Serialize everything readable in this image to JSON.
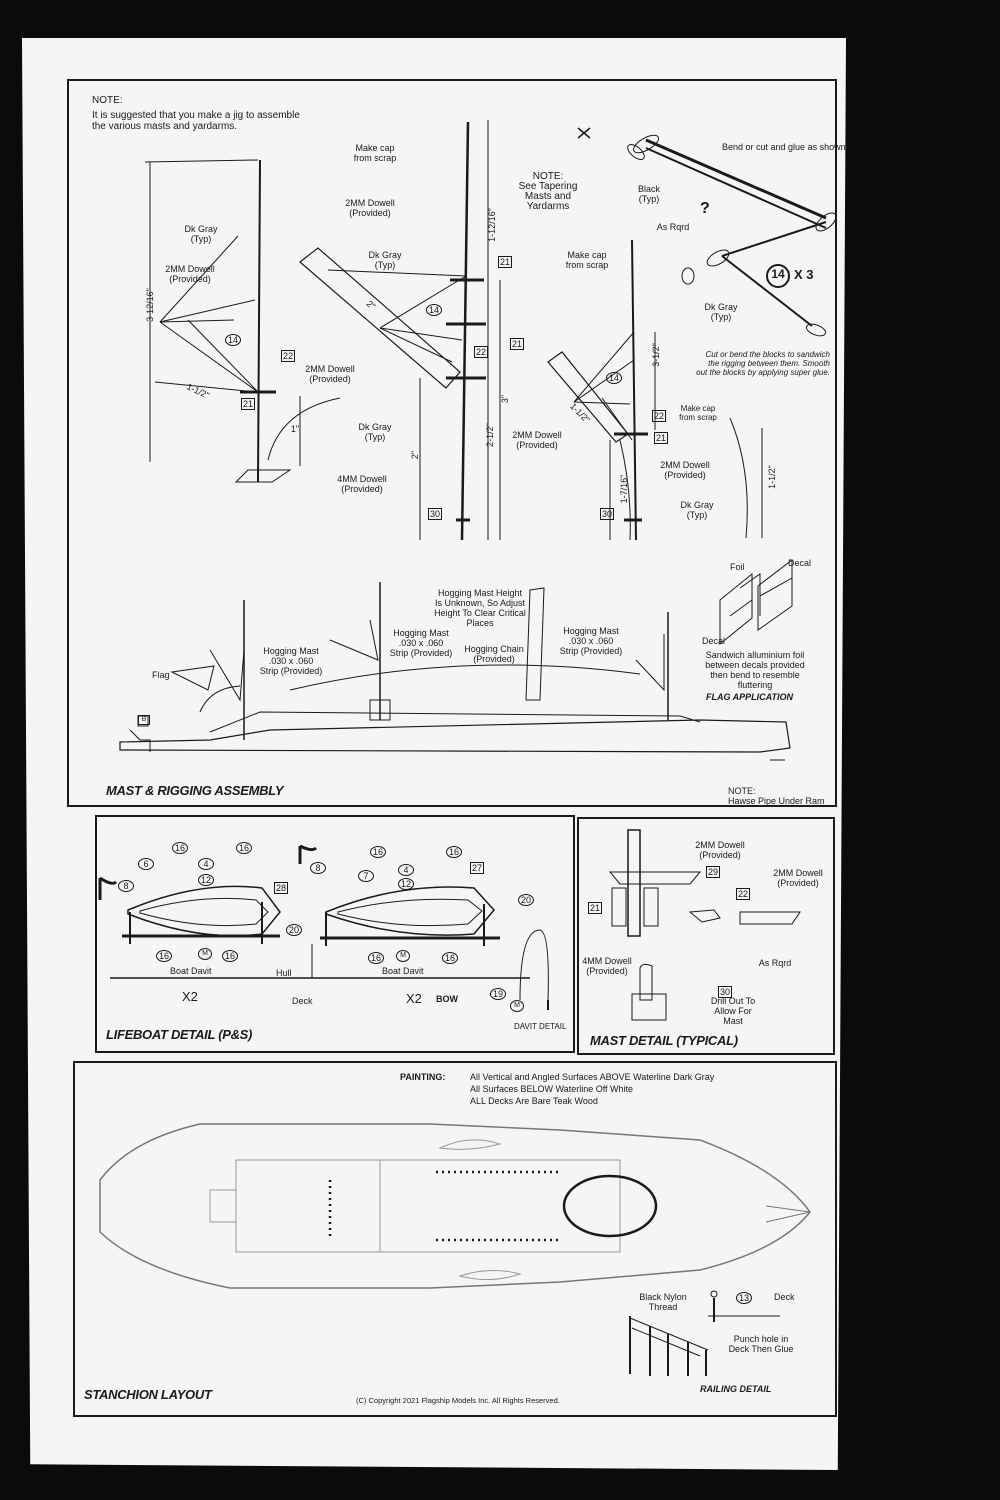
{
  "sections": {
    "mast": "MAST & RIGGING ASSEMBLY",
    "lifeboat": "LIFEBOAT DETAIL  (P&S)",
    "mast_detail": "MAST DETAIL (TYPICAL)",
    "stanchion": "STANCHION LAYOUT"
  },
  "notes": {
    "jig_title": "NOTE:",
    "jig_text": "It is suggested that you make a jig to assemble\nthe various masts and yardarms.",
    "taper": "NOTE:\nSee Tapering\nMasts and\nYardarms",
    "bend_glue": "Bend or cut and glue as shown",
    "blocks": "Cut or bend the blocks to sandwich\nthe rigging between them.  Smooth\nout the blocks by applying super glue.",
    "hawse": "NOTE:\nHawse Pipe Under Ram",
    "x3": "X 3"
  },
  "mast_labels": {
    "cap1": "Make cap\nfrom scrap",
    "cap2": "Make cap\nfrom scrap",
    "cap3": "Make cap\nfrom scrap",
    "dowel_top": "2MM Dowell\n(Provided)",
    "dowel_left": "2MM Dowell\n(Provided)",
    "dowel_mid": "2MM Dowell\n(Provided)",
    "dowel_right": "2MM Dowell\n(Provided)",
    "dowel_far": "2MM Dowell\n(Provided)",
    "dowel_4mm": "4MM Dowell\n(Provided)",
    "dkgray1": "Dk Gray\n(Typ)",
    "dkgray2": "Dk Gray\n(Typ)",
    "dkgray3": "Dk Gray\n(Typ)",
    "dkgray4": "Dk Gray\n(Typ)",
    "dkgray5": "Dk Gray\n(Typ)",
    "black": "Black\n(Typ)",
    "as_rqrd": "As Rqrd"
  },
  "dimensions": {
    "d1": "3-12/16\"",
    "d2": "1-1/2\"",
    "d3": "1\"",
    "d4": "2\"",
    "d5": "1-12/16\"",
    "d6": "3\"",
    "d7": "2-1/2\"",
    "d8": "2\"",
    "d9": "3-1/2\"",
    "d10": "1-1/2\"",
    "d11": "1-7/16\"",
    "d12": "1-1/2\""
  },
  "parts": {
    "p14": "14",
    "p21": "21",
    "p22": "22",
    "p30": "30",
    "p4": "4",
    "p6": "6",
    "p7": "7",
    "p8": "8",
    "p12": "12",
    "p16": "16",
    "p19": "19",
    "p20": "20",
    "p27": "27",
    "p28": "28",
    "p29": "29",
    "p13": "13",
    "m": "M",
    "b": "B"
  },
  "ship_labels": {
    "hogging_height": "Hogging Mast Height\nIs Unknown, So Adjust\nHeight To Clear Critical\nPlaces",
    "hogging1": "Hogging Mast\n.030 x .060\nStrip (Provided)",
    "hogging2": "Hogging Mast\n.030 x .060\nStrip (Provided)",
    "hogging3": "Hogging Mast\n.030 x .060\nStrip (Provided)",
    "chain": "Hogging Chain\n(Provided)",
    "flag": "Flag"
  },
  "flag": {
    "foil": "Foil",
    "decal_top": "Decal",
    "decal_bottom": "Decal",
    "sandwich": "Sandwich alluminium foil\nbetween decals provided\nthen bend to resemble\nfluttering",
    "title": "FLAG APPLICATION"
  },
  "lifeboat_labels": {
    "davit1": "Boat Davit",
    "davit2": "Boat Davit",
    "hull": "Hull",
    "deck": "Deck",
    "x2a": "X2",
    "x2b": "X2",
    "bow": "BOW",
    "davit_detail": "DAVIT DETAIL"
  },
  "mast_detail_labels": {
    "dowel2a": "2MM Dowell\n(Provided)",
    "dowel2b": "2MM Dowell\n(Provided)",
    "dowel4": "4MM Dowell\n(Provided)",
    "as_rqrd": "As Rqrd",
    "drill": "Drill Out To\nAllow For\nMast"
  },
  "painting": {
    "label": "PAINTING:",
    "lines": [
      "All Vertical and Angled Surfaces ABOVE Waterline Dark Gray",
      "All Surfaces BELOW Waterline Off White",
      "ALL Decks Are Bare Teak Wood"
    ]
  },
  "railing": {
    "thread": "Black Nylon\nThread",
    "deck": "Deck",
    "punch": "Punch hole in\nDeck Then Glue",
    "title": "RAILING DETAIL"
  },
  "copyright": "(C) Copyright 2021 Flagship Models Inc.  All Rights Reserved."
}
